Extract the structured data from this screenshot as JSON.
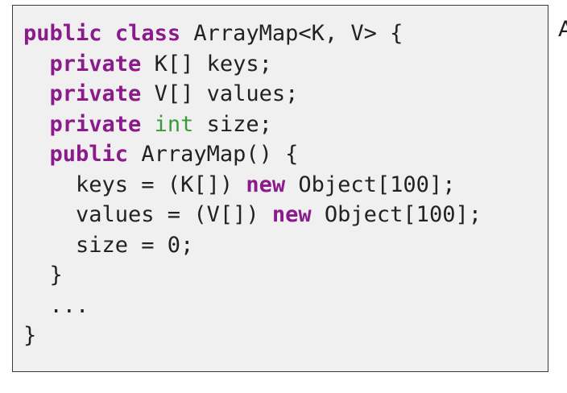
{
  "colors": {
    "keyword": "#8b1a8b",
    "type": "#3a9a3a",
    "text": "#222222",
    "panel_background": "#f0f0f0",
    "panel_border": "#3a3a3a"
  },
  "code": {
    "lines": [
      [
        {
          "text": "public",
          "kind": "keyword"
        },
        {
          "text": " ",
          "kind": "plain"
        },
        {
          "text": "class",
          "kind": "keyword"
        },
        {
          "text": " ArrayMap<K, V> {",
          "kind": "plain"
        }
      ],
      [
        {
          "text": "  ",
          "kind": "plain"
        },
        {
          "text": "private",
          "kind": "keyword"
        },
        {
          "text": " K[] keys;",
          "kind": "plain"
        }
      ],
      [
        {
          "text": "  ",
          "kind": "plain"
        },
        {
          "text": "private",
          "kind": "keyword"
        },
        {
          "text": " V[] values;",
          "kind": "plain"
        }
      ],
      [
        {
          "text": "  ",
          "kind": "plain"
        },
        {
          "text": "private",
          "kind": "keyword"
        },
        {
          "text": " ",
          "kind": "plain"
        },
        {
          "text": "int",
          "kind": "type"
        },
        {
          "text": " size;",
          "kind": "plain"
        }
      ],
      [
        {
          "text": "  ",
          "kind": "plain"
        },
        {
          "text": "public",
          "kind": "keyword"
        },
        {
          "text": " ArrayMap() {",
          "kind": "plain"
        }
      ],
      [
        {
          "text": "    keys = (K[]) ",
          "kind": "plain"
        },
        {
          "text": "new",
          "kind": "keyword"
        },
        {
          "text": " Object[100];",
          "kind": "plain"
        }
      ],
      [
        {
          "text": "    values = (V[]) ",
          "kind": "plain"
        },
        {
          "text": "new",
          "kind": "keyword"
        },
        {
          "text": " Object[100];",
          "kind": "plain"
        }
      ],
      [
        {
          "text": "    size = 0;",
          "kind": "plain"
        }
      ],
      [
        {
          "text": "  }",
          "kind": "plain"
        }
      ],
      [
        {
          "text": "  ...",
          "kind": "plain"
        }
      ],
      [
        {
          "text": "}",
          "kind": "plain"
        }
      ]
    ]
  },
  "side_text": "A"
}
